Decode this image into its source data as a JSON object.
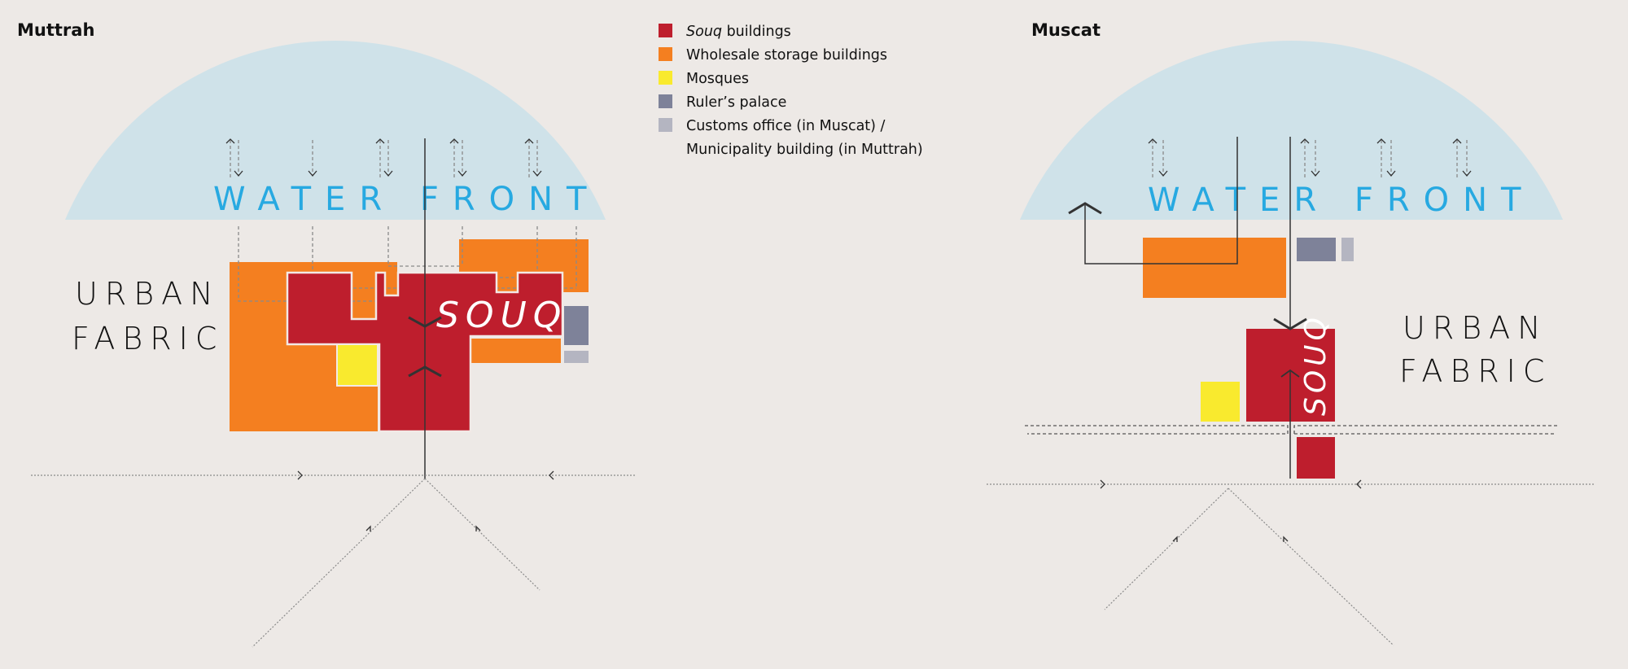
{
  "panels": {
    "muttrah": {
      "title": "Muttrah",
      "water": "WATER FRONT",
      "urban_line1": "URBAN",
      "urban_line2": "FABRIC",
      "souq": "SOUQ"
    },
    "muscat": {
      "title": "Muscat",
      "water": "WATER FRONT",
      "urban_line1": "URBAN",
      "urban_line2": "FABRIC",
      "souq": "SOUQ"
    }
  },
  "legend": [
    {
      "label_italic": "Souq",
      "label": " buildings",
      "color": "#be1e2d"
    },
    {
      "label_italic": "",
      "label": "Wholesale storage buildings",
      "color": "#f47f20"
    },
    {
      "label_italic": "",
      "label": "Mosques",
      "color": "#f9ea2e"
    },
    {
      "label_italic": "",
      "label": "Ruler’s palace",
      "color": "#7e8299"
    },
    {
      "label_italic": "",
      "label": "Customs office (in Muscat) /",
      "label2": "Municipality building (in Muttrah)",
      "color": "#b4b5c1"
    }
  ],
  "colors": {
    "water": "#cfe2e9",
    "background": "#ede9e6"
  }
}
